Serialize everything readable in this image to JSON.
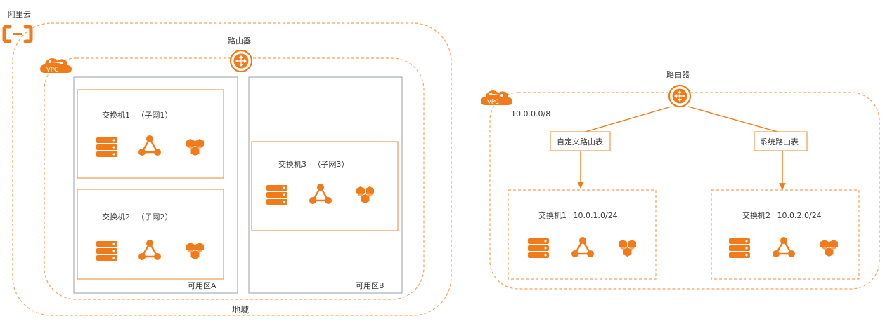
{
  "brand": {
    "name": "阿里云",
    "accent_color": "#f07b1a"
  },
  "left_diagram": {
    "router_label": "路由器",
    "vpc_badge": "VPC",
    "region_label": "地域",
    "zone_a": {
      "label": "可用区A",
      "switches": [
        {
          "label": "交换机1",
          "subnet": "（子网1）"
        },
        {
          "label": "交换机2",
          "subnet": "（子网2）"
        }
      ]
    },
    "zone_b": {
      "label": "可用区B",
      "switches": [
        {
          "label": "交换机3",
          "subnet": "（子网3）"
        }
      ]
    }
  },
  "right_diagram": {
    "router_label": "路由器",
    "vpc_badge": "VPC",
    "vpc_cidr": "10.0.0.0/8",
    "custom_route_table": "自定义路由表",
    "system_route_table": "系统路由表",
    "switches": [
      {
        "label": "交换机1",
        "cidr": "10.0.1.0/24"
      },
      {
        "label": "交换机2",
        "cidr": "10.0.2.0/24"
      }
    ]
  },
  "icons": [
    "server-icon",
    "network-nodes-icon",
    "hexagon-cluster-icon",
    "router-icon",
    "vpc-cloud-icon",
    "aliyun-logo-icon"
  ]
}
